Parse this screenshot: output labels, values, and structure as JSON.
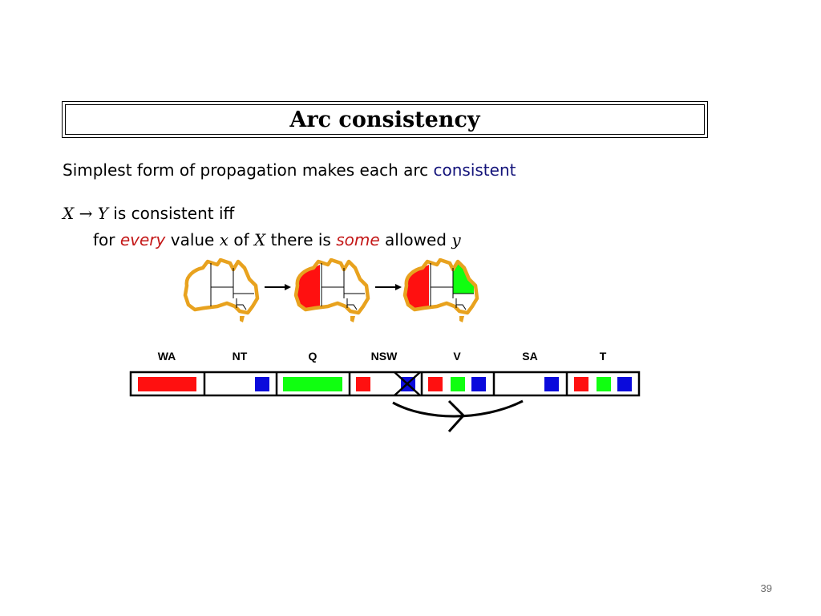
{
  "slide": {
    "title": "Arc consistency",
    "line1": {
      "prefix": "Simplest form of propagation makes each arc ",
      "highlight": "consistent"
    },
    "line2": {
      "x_var": "X",
      "arrow": "→",
      "y_var": "Y",
      "rest": " is consistent iff"
    },
    "line3": {
      "t1": "for ",
      "every": "every",
      "t2": " value ",
      "x_val": "x",
      "t3": " of ",
      "x_var": "X",
      "t4": " there is ",
      "some": "some",
      "t5": " allowed ",
      "y_val": "y"
    },
    "page_number": "39"
  },
  "colors": {
    "red": "#ff1010",
    "green": "#10ff10",
    "blue": "#0a0adc",
    "map_outline": "#e8a21e",
    "highlight_text": "#13137a",
    "emphasis_text": "#c41818"
  },
  "domains": [
    {
      "label": "WA",
      "values": [
        "red"
      ]
    },
    {
      "label": "NT",
      "values": [
        "blue"
      ]
    },
    {
      "label": "Q",
      "values": [
        "green"
      ]
    },
    {
      "label": "NSW",
      "values": [
        "red",
        "blue"
      ],
      "crossed_out": "blue"
    },
    {
      "label": "V",
      "values": [
        "red",
        "green",
        "blue"
      ]
    },
    {
      "label": "SA",
      "values": [
        "blue"
      ]
    },
    {
      "label": "T",
      "values": [
        "red",
        "green",
        "blue"
      ]
    }
  ],
  "maps": [
    {
      "colored_regions": []
    },
    {
      "colored_regions": [
        "WA"
      ]
    },
    {
      "colored_regions": [
        "WA",
        "Q"
      ]
    }
  ]
}
